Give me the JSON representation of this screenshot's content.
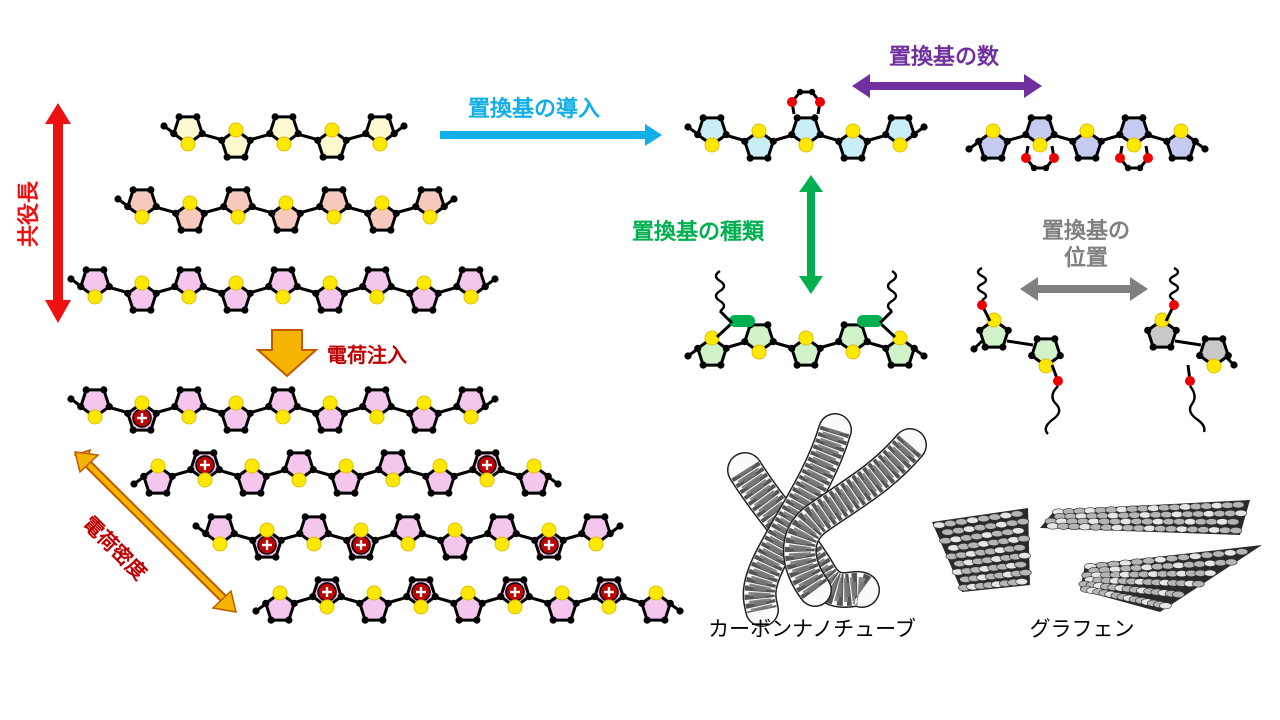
{
  "labels": {
    "conjugation_length": "共役長",
    "charge_injection": "電荷注入",
    "charge_density": "電荷密度",
    "substituent_introduction": "置換基の導入",
    "substituent_number": "置換基の数",
    "substituent_type": "置換基の種類",
    "substituent_position_line1": "置換基の",
    "substituent_position_line2": "位置",
    "carbon_nanotube": "カーボンナノチューブ",
    "graphene": "グラフェン"
  },
  "colors": {
    "red_arrow": "#ee1111",
    "orange_arrow": "#f5b400",
    "orange_arrow_edge": "#c05a00",
    "dark_red_text": "#c00000",
    "blue": "#11aee8",
    "purple": "#7030a0",
    "green": "#00b050",
    "gray": "#808080",
    "sulfur": "#ffe800",
    "oxygen": "#ee0000",
    "ring_yellow": "#fdf8cf",
    "ring_salmon": "#f8c9bd",
    "ring_pink": "#f4c6ee",
    "ring_cyan": "#c9eef8",
    "ring_lavender": "#c6c9f0",
    "ring_green": "#cff2c8",
    "ring_gray": "#c8c8c8",
    "positive_charge": "#c00000",
    "sheet_gray": "#9a9a9a"
  },
  "icons": {
    "thiophene_ring": "pentagon-with-sulfur",
    "charge": "circled-plus",
    "side_chain": "wavy-line"
  }
}
